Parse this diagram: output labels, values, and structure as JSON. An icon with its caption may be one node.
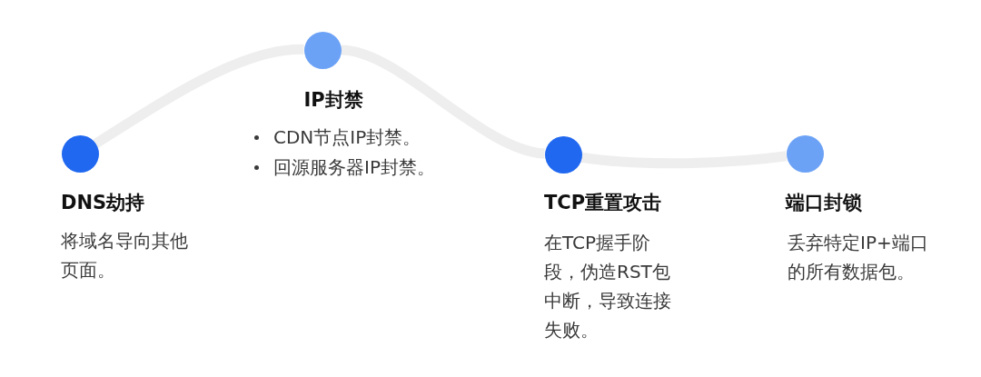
{
  "diagram": {
    "nodes": [
      {
        "text": [],
        "shape": "circle",
        "beside": [
          "DNS劫持",
          "将域名导向其他页面。"
        ]
      },
      {
        "text": [],
        "shape": "circle",
        "beside": [
          "IP封禁",
          "CDN节点IP封禁。",
          "回源服务器IP封禁。"
        ]
      },
      {
        "text": [],
        "shape": "circle",
        "beside": [
          "TCP重置攻击",
          "在TCP握手阶段，伪造RST包中断，导致连接失败。"
        ]
      },
      {
        "text": [],
        "shape": "circle",
        "beside": [
          "端口封锁",
          "丢弃特定IP+端口的所有数据包。"
        ]
      }
    ],
    "edges": [
      {
        "from": 0,
        "to": 1,
        "arrow": "none"
      },
      {
        "from": 1,
        "to": 2,
        "arrow": "none"
      },
      {
        "from": 2,
        "to": 3,
        "arrow": "none"
      }
    ]
  }
}
